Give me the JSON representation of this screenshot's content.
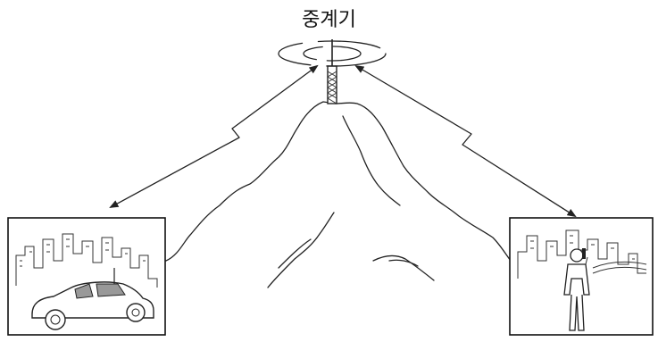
{
  "diagram": {
    "title": "중계기",
    "nodes": [
      {
        "id": "repeater",
        "label": "중계기",
        "icon": "radio-tower-icon"
      },
      {
        "id": "vehicle",
        "icon": "car-in-city-icon"
      },
      {
        "id": "person",
        "icon": "person-with-radio-in-city-icon"
      }
    ],
    "edges": [
      {
        "from": "repeater",
        "to": "vehicle",
        "style": "lightning-double-arrow"
      },
      {
        "from": "repeater",
        "to": "person",
        "style": "lightning-double-arrow"
      }
    ],
    "colors": {
      "ink": "#222222",
      "background": "#ffffff"
    }
  }
}
